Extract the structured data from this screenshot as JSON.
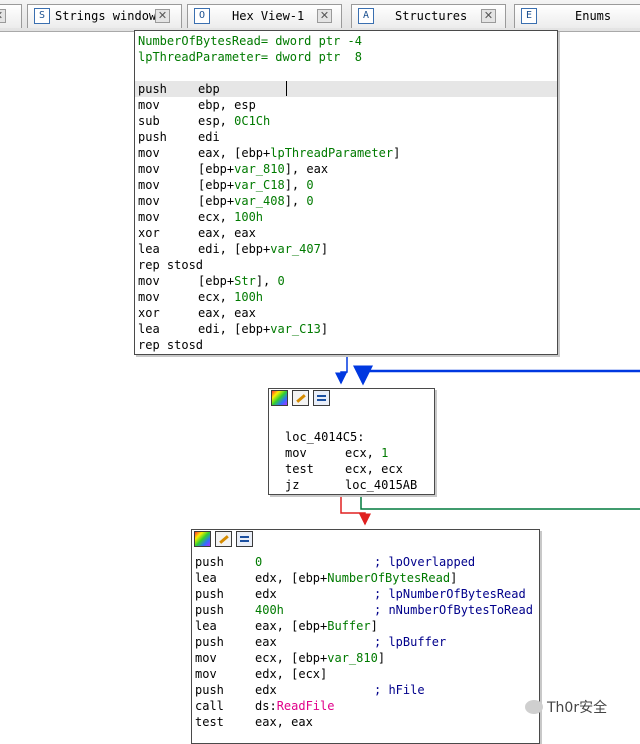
{
  "tabs": [
    {
      "icon": "S",
      "label": "Strings window"
    },
    {
      "icon": "O",
      "label": "Hex View-1"
    },
    {
      "icon": "A",
      "label": "Structures"
    },
    {
      "icon": "E",
      "label": "Enums"
    }
  ],
  "tab_close_glyph": "✕",
  "block1": {
    "header_lines": [
      "NumberOfBytesRead= dword ptr -4",
      "lpThreadParameter= dword ptr  8"
    ],
    "lines": [
      {
        "mnemonic": "push",
        "operand": [
          {
            "t": "ebp"
          }
        ]
      },
      {
        "mnemonic": "mov",
        "operand": [
          {
            "t": "ebp, esp"
          }
        ]
      },
      {
        "mnemonic": "sub",
        "operand": [
          {
            "t": "esp, "
          },
          {
            "t": "0C1Ch",
            "c": "num"
          }
        ]
      },
      {
        "mnemonic": "push",
        "operand": [
          {
            "t": "edi"
          }
        ]
      },
      {
        "mnemonic": "mov",
        "operand": [
          {
            "t": "eax, [ebp+"
          },
          {
            "t": "lpThreadParameter",
            "c": "sym"
          },
          {
            "t": "]"
          }
        ]
      },
      {
        "mnemonic": "mov",
        "operand": [
          {
            "t": "[ebp+"
          },
          {
            "t": "var_810",
            "c": "sym"
          },
          {
            "t": "], eax"
          }
        ]
      },
      {
        "mnemonic": "mov",
        "operand": [
          {
            "t": "[ebp+"
          },
          {
            "t": "var_C18",
            "c": "sym"
          },
          {
            "t": "], "
          },
          {
            "t": "0",
            "c": "num"
          }
        ]
      },
      {
        "mnemonic": "mov",
        "operand": [
          {
            "t": "[ebp+"
          },
          {
            "t": "var_408",
            "c": "sym"
          },
          {
            "t": "], "
          },
          {
            "t": "0",
            "c": "num"
          }
        ]
      },
      {
        "mnemonic": "mov",
        "operand": [
          {
            "t": "ecx, "
          },
          {
            "t": "100h",
            "c": "num"
          }
        ]
      },
      {
        "mnemonic": "xor",
        "operand": [
          {
            "t": "eax, eax"
          }
        ]
      },
      {
        "mnemonic": "lea",
        "operand": [
          {
            "t": "edi, [ebp+"
          },
          {
            "t": "var_407",
            "c": "sym"
          },
          {
            "t": "]"
          }
        ]
      },
      {
        "mnemonic": "rep stosd",
        "operand": []
      },
      {
        "mnemonic": "mov",
        "operand": [
          {
            "t": "[ebp+"
          },
          {
            "t": "Str",
            "c": "sym"
          },
          {
            "t": "], "
          },
          {
            "t": "0",
            "c": "num"
          }
        ]
      },
      {
        "mnemonic": "mov",
        "operand": [
          {
            "t": "ecx, "
          },
          {
            "t": "100h",
            "c": "num"
          }
        ]
      },
      {
        "mnemonic": "xor",
        "operand": [
          {
            "t": "eax, eax"
          }
        ]
      },
      {
        "mnemonic": "lea",
        "operand": [
          {
            "t": "edi, [ebp+"
          },
          {
            "t": "var_C13",
            "c": "sym"
          },
          {
            "t": "]"
          }
        ]
      },
      {
        "mnemonic": "rep stosd",
        "operand": []
      }
    ]
  },
  "block2": {
    "label": "loc_4014C5:",
    "lines": [
      {
        "mnemonic": "mov",
        "operand": [
          {
            "t": "ecx, "
          },
          {
            "t": "1",
            "c": "num"
          }
        ]
      },
      {
        "mnemonic": "test",
        "operand": [
          {
            "t": "ecx, ecx"
          }
        ]
      },
      {
        "mnemonic": "jz",
        "operand": [
          {
            "t": "loc_4015AB"
          }
        ]
      }
    ]
  },
  "block3": {
    "lines": [
      {
        "mnemonic": "push",
        "operand": [
          {
            "t": "0",
            "c": "num"
          }
        ],
        "comment": "; lpOverlapped"
      },
      {
        "mnemonic": "lea",
        "operand": [
          {
            "t": "edx, [ebp+"
          },
          {
            "t": "NumberOfBytesRead",
            "c": "sym"
          },
          {
            "t": "]"
          }
        ]
      },
      {
        "mnemonic": "push",
        "operand": [
          {
            "t": "edx"
          }
        ],
        "comment": "; lpNumberOfBytesRead"
      },
      {
        "mnemonic": "push",
        "operand": [
          {
            "t": "400h",
            "c": "num"
          }
        ],
        "comment": "; nNumberOfBytesToRead"
      },
      {
        "mnemonic": "lea",
        "operand": [
          {
            "t": "eax, [ebp+"
          },
          {
            "t": "Buffer",
            "c": "sym"
          },
          {
            "t": "]"
          }
        ]
      },
      {
        "mnemonic": "push",
        "operand": [
          {
            "t": "eax"
          }
        ],
        "comment": "; lpBuffer"
      },
      {
        "mnemonic": "mov",
        "operand": [
          {
            "t": "ecx, [ebp+"
          },
          {
            "t": "var_810",
            "c": "sym"
          },
          {
            "t": "]"
          }
        ]
      },
      {
        "mnemonic": "mov",
        "operand": [
          {
            "t": "edx, [ecx]"
          }
        ]
      },
      {
        "mnemonic": "push",
        "operand": [
          {
            "t": "edx"
          }
        ],
        "comment": "; hFile"
      },
      {
        "mnemonic": "call",
        "operand": [
          {
            "t": "ds:"
          },
          {
            "t": "ReadFile",
            "c": "imp"
          }
        ]
      },
      {
        "mnemonic": "test",
        "operand": [
          {
            "t": "eax, eax"
          }
        ]
      }
    ]
  },
  "watermark": "Th0r安全",
  "colors": {
    "true_edge": "#007a3d",
    "false_edge": "#e02020",
    "loop_edge": "#0038e0",
    "symbol": "#007a00",
    "import": "#e1008a",
    "comment": "#00008b"
  }
}
